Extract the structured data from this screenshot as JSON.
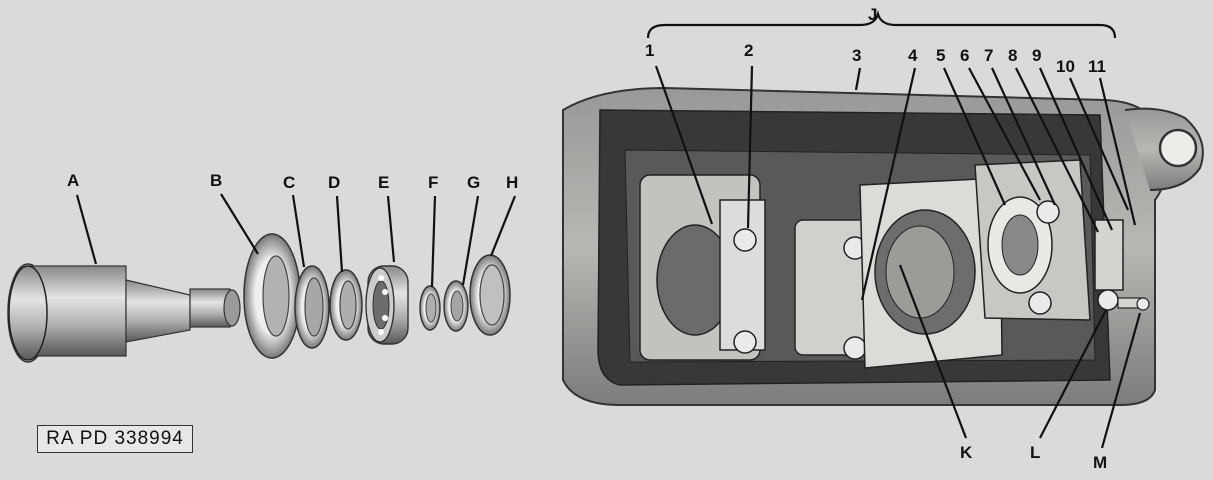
{
  "callouts": {
    "A": "A",
    "B": "B",
    "C": "C",
    "D": "D",
    "E": "E",
    "F": "F",
    "G": "G",
    "H": "H",
    "J": "J",
    "K": "K",
    "L": "L",
    "M": "M",
    "n1": "1",
    "n2": "2",
    "n3": "3",
    "n4": "4",
    "n5": "5",
    "n6": "6",
    "n7": "7",
    "n8": "8",
    "n9": "9",
    "n10": "10",
    "n11": "11"
  },
  "figure_code": "RA PD 338994"
}
